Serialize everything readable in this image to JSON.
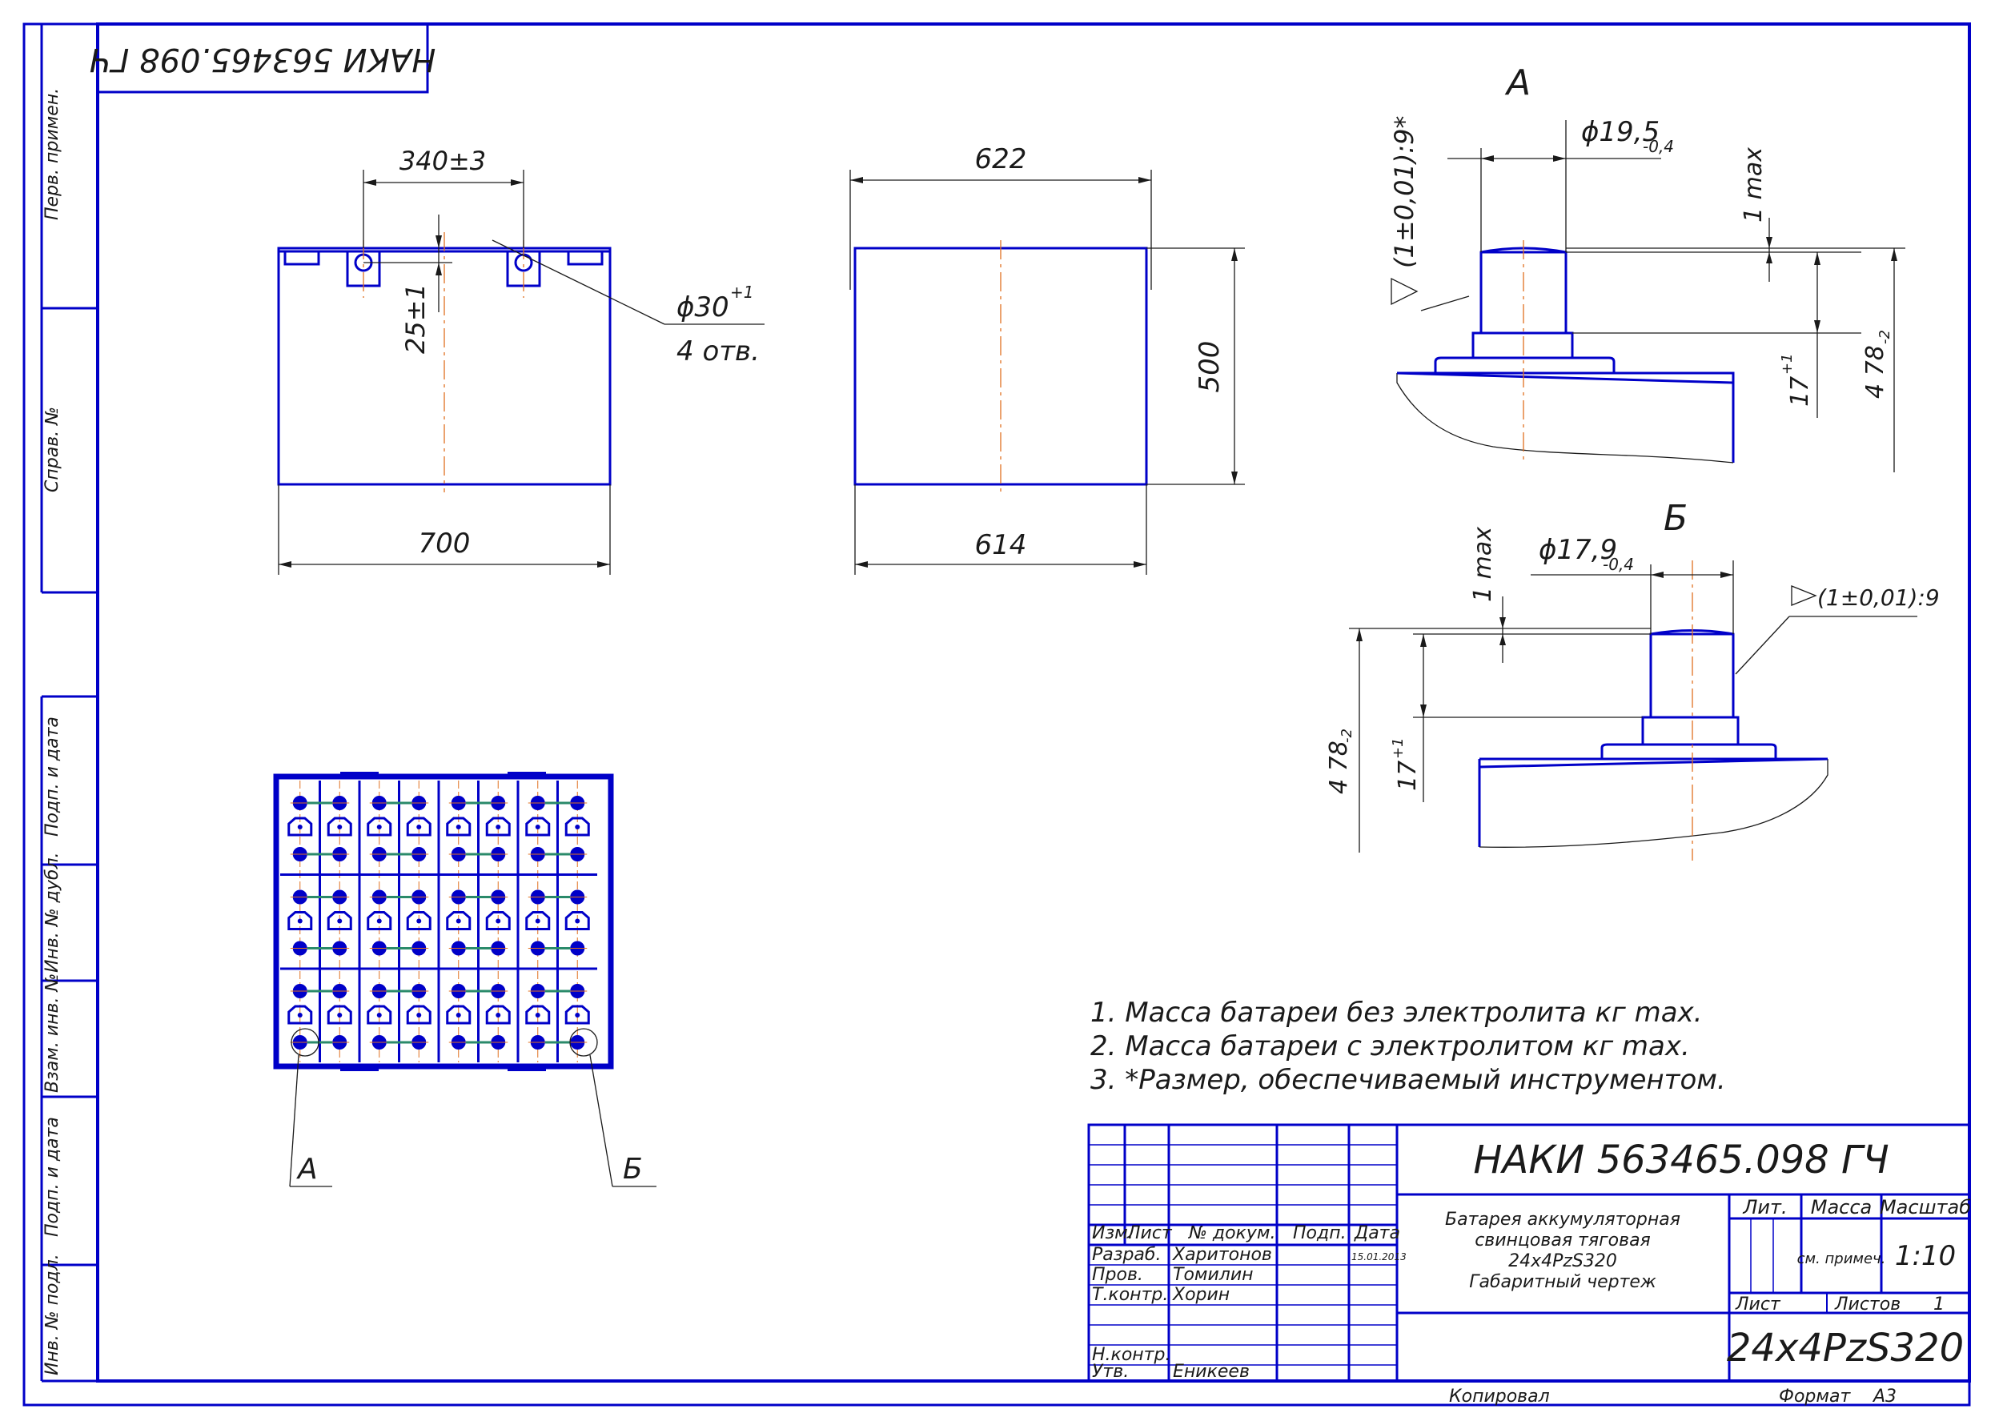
{
  "doc_code_top": "НАКИ 563465.098 ГЧ",
  "left_strip": {
    "perv_primen": "Перв. примен.",
    "sprav_no": "Справ. №",
    "podp_i_data_1": "Подп. и дата",
    "inv_no_dubl": "Инв. № дубл.",
    "vzam_inv_no": "Взам. инв. №",
    "podp_i_data_2": "Подп. и дата",
    "inv_no_podl": "Инв. № подл."
  },
  "dims": {
    "d340": "340±3",
    "d25": "25±1",
    "d30": "ϕ30",
    "d30_tol": "+1",
    "holes": "4 отв.",
    "d700": "700",
    "d622": "622",
    "d614": "614",
    "d500": "500"
  },
  "detail_a": {
    "label": "А",
    "dia": "ϕ19,5",
    "dia_tol": "-0,4",
    "taper": "(1±0,01):9*",
    "max": "1 max",
    "h17": "17",
    "h17_tol": "+1",
    "h478": "4 78",
    "h478_tol": "-2"
  },
  "detail_b": {
    "label": "Б",
    "dia": "ϕ17,9",
    "dia_tol": "-0,4",
    "taper": "(1±0,01):9",
    "max": "1 max",
    "h17": "17",
    "h17_tol": "+1",
    "h478": "4 78",
    "h478_tol": "-2"
  },
  "leaders": {
    "a": "А",
    "b": "Б"
  },
  "notes": [
    "1. Масса батареи без электролита  кг max.",
    "2. Масса батареи с электролитом  кг max.",
    "3.  *Размер, обеспечиваемый инструментом."
  ],
  "title_block": {
    "code": "НАКИ 563465.098 ГЧ",
    "name_lines": [
      "Батарея аккумуляторная",
      "свинцовая тяговая",
      "24х4PzS320",
      "Габаритный чертеж"
    ],
    "col_izm": "Изм.",
    "col_list": "Лист",
    "col_docum": "№ докум.",
    "col_podp": "Подп.",
    "col_data": "Дата",
    "razrab_label": "Разраб.",
    "razrab_name": "Харитонов",
    "razrab_date": "15.01.2013",
    "prov_label": "Пров.",
    "prov_name": "Томилин",
    "tkontr_label": "Т.контр.",
    "tkontr_name": "Хорин",
    "nkontr_label": "Н.контр.",
    "utv_label": "Утв.",
    "utv_name": "Еникеев",
    "lit": "Лит.",
    "massa": "Масса",
    "masshtab": "Масштаб",
    "massa_value": "см. примеч.",
    "scale_value": "1:10",
    "sheet": "Лист",
    "sheets": "Листов",
    "sheets_value": "1",
    "designation": "24х4PzS320"
  },
  "footer": {
    "copied": "Копировал",
    "format_label": "Формат",
    "format_value": "А3"
  }
}
